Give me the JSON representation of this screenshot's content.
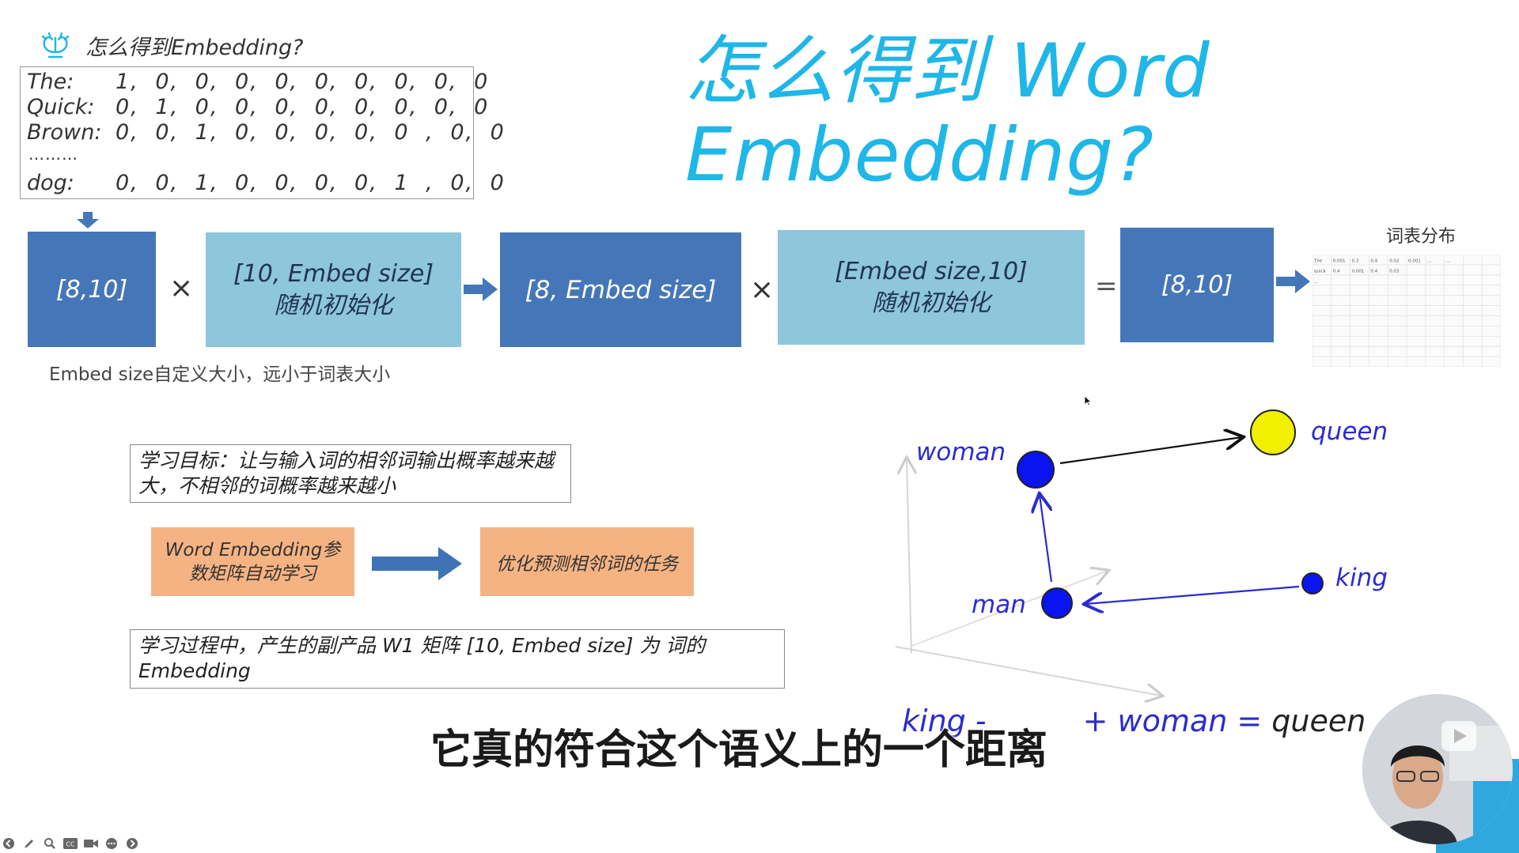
{
  "header": {
    "label": "怎么得到Embedding?",
    "title_line1": "怎么得到 Word",
    "title_line2": "Embedding?"
  },
  "one_hot": {
    "rows": [
      {
        "word": "The:",
        "values": "1, 0, 0, 0, 0, 0, 0, 0, 0, 0"
      },
      {
        "word": "Quick:",
        "values": "0, 1, 0, 0, 0, 0, 0, 0, 0, 0"
      },
      {
        "word": "Brown:",
        "values": "0, 0, 1, 0, 0, 0, 0, 0 , 0, 0"
      },
      {
        "word": "dog:",
        "values": "0, 0, 1, 0, 0, 0, 0, 1 , 0, 0"
      }
    ],
    "ellipsis": "………"
  },
  "blocks": {
    "b1": "[8,10]",
    "op1": "×",
    "b2_line1": "[10, Embed size]",
    "b2_line2": "随机初始化",
    "b3": "[8, Embed size]",
    "op2": "×",
    "b4_line1": "[Embed size,10]",
    "b4_line2": "随机初始化",
    "op3": "=",
    "b5": "[8,10]"
  },
  "vocab_distribution": {
    "title": "词表分布",
    "rows": [
      [
        "The",
        "0.001",
        "0.3",
        "0.4",
        "0.02",
        "0.001",
        "...",
        "..."
      ],
      [
        "quick",
        "0.4",
        "0.001",
        "0.4",
        "0.03",
        "",
        "",
        ""
      ],
      [
        "...",
        "",
        "",
        "",
        "",
        "",
        "",
        ""
      ]
    ]
  },
  "embed_note": "Embed size自定义大小，远小于词表大小",
  "goal": "学习目标：让与输入词的相邻词输出概率越来越大，不相邻的词概率越来越小",
  "flow": {
    "left_line1": "Word Embedding参",
    "left_line2": "数矩阵自动学习",
    "right": "优化预测相邻词的任务"
  },
  "process": "学习过程中，产生的副产品 W1 矩阵 [10, Embed size] 为 词的 Embedding",
  "vector_diagram": {
    "labels": {
      "woman": "woman",
      "queen": "queen",
      "man": "man",
      "king": "king"
    },
    "equation_start": "king - ",
    "equation_middle": "+ woman = ",
    "equation_end": "queen",
    "colors": {
      "word_points": "#0a14f0",
      "queen_point": "#f0f000",
      "arrows": "#2b2bd0"
    }
  },
  "subtitle": "它真的符合这个语义上的一个距离",
  "toolbar": {
    "icons": [
      "back-icon",
      "pen-icon",
      "zoom-icon",
      "captions-icon",
      "camera-icon",
      "more-icon",
      "forward-icon"
    ]
  },
  "theme": {
    "title_color": "#1fb6e8",
    "dark_block": "#4577b8",
    "light_block": "#8ec6dc",
    "orange_block": "#f5b383"
  }
}
